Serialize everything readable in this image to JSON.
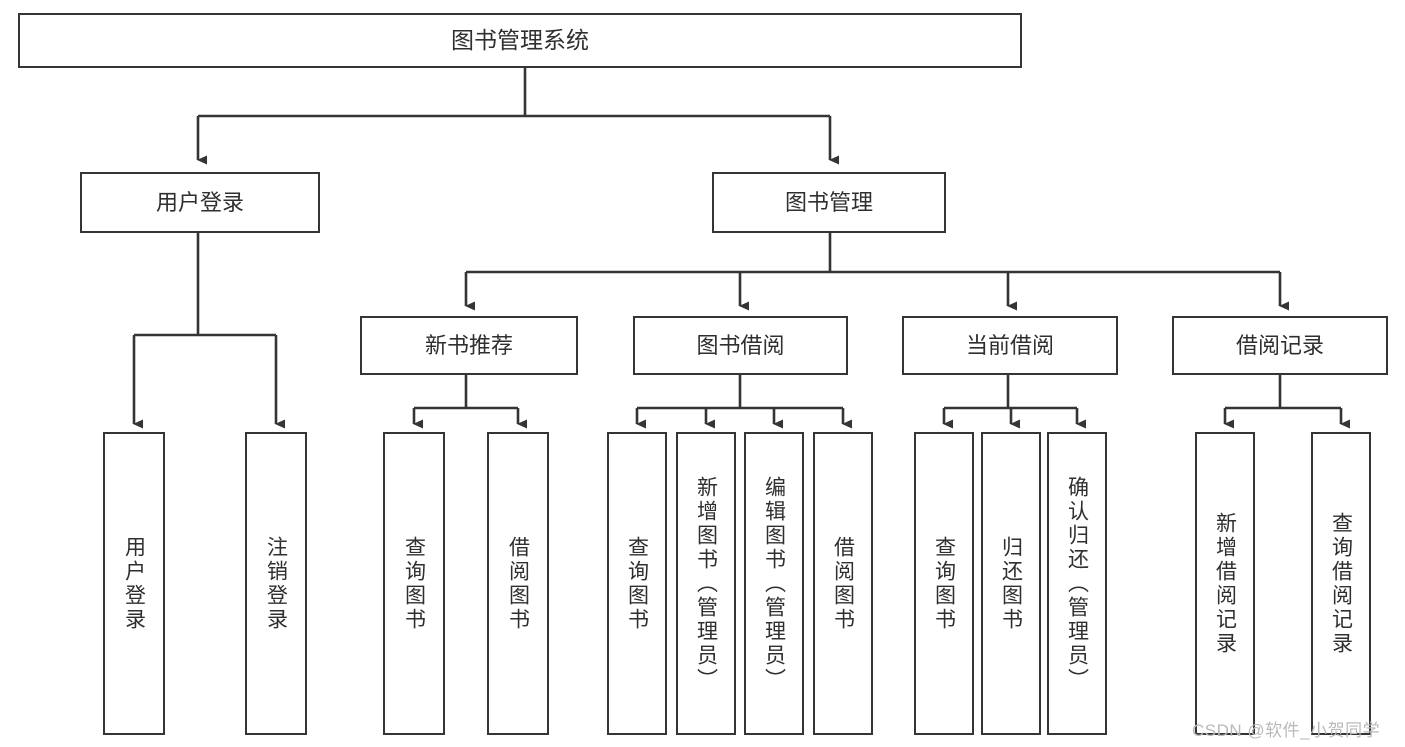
{
  "diagram": {
    "title": "图书管理系统",
    "root": {
      "id": "root",
      "label": "图书管理系统"
    },
    "level2": [
      {
        "id": "user-login",
        "label": "用户登录"
      },
      {
        "id": "book-management",
        "label": "图书管理"
      }
    ],
    "level3": [
      {
        "id": "new-book-recommend",
        "label": "新书推荐"
      },
      {
        "id": "book-borrow",
        "label": "图书借阅"
      },
      {
        "id": "current-borrow",
        "label": "当前借阅"
      },
      {
        "id": "borrow-record",
        "label": "借阅记录"
      }
    ],
    "leaves": {
      "user_login": [
        {
          "id": "leaf-user-login",
          "label": "用户登录"
        },
        {
          "id": "leaf-logout-login",
          "label": "注销登录"
        }
      ],
      "new_book_recommend": [
        {
          "id": "leaf-query-book-1",
          "label": "查询图书"
        },
        {
          "id": "leaf-borrow-book-1",
          "label": "借阅图书"
        }
      ],
      "book_borrow": [
        {
          "id": "leaf-query-book-2",
          "label": "查询图书"
        },
        {
          "id": "leaf-add-book",
          "label": "新增图书（管理员）"
        },
        {
          "id": "leaf-edit-book",
          "label": "编辑图书（管理员）"
        },
        {
          "id": "leaf-borrow-book-2",
          "label": "借阅图书"
        }
      ],
      "current_borrow": [
        {
          "id": "leaf-query-book-3",
          "label": "查询图书"
        },
        {
          "id": "leaf-return-book",
          "label": "归还图书"
        },
        {
          "id": "leaf-confirm-return",
          "label": "确认归还（管理员）"
        }
      ],
      "borrow_record": [
        {
          "id": "leaf-add-borrow-record",
          "label": "新增借阅记录"
        },
        {
          "id": "leaf-query-borrow-record",
          "label": "查询借阅记录"
        }
      ]
    }
  },
  "watermark": {
    "text": "CSDN @软件_小贺同学"
  },
  "colors": {
    "stroke": "#353535",
    "text": "#2f2f2f",
    "background": "#ffffff",
    "watermark": "#b9b9b9"
  }
}
